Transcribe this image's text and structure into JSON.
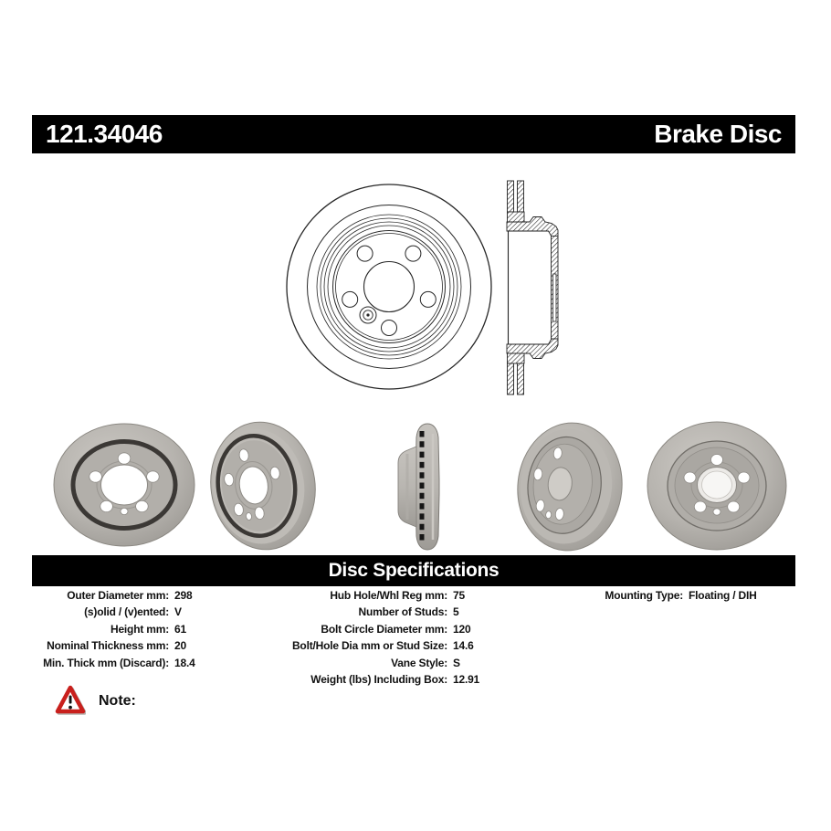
{
  "header": {
    "part_number": "121.34046",
    "product_name": "Brake Disc"
  },
  "section_title": "Disc Specifications",
  "specs": {
    "left": [
      {
        "label": "Outer Diameter mm:",
        "value": "298"
      },
      {
        "label": "(s)olid / (v)ented:",
        "value": "V"
      },
      {
        "label": "Height mm:",
        "value": "61"
      },
      {
        "label": "Nominal Thickness mm:",
        "value": "20"
      },
      {
        "label": "Min. Thick mm (Discard):",
        "value": "18.4"
      }
    ],
    "middle": [
      {
        "label": "Hub Hole/Whl Reg mm:",
        "value": "75"
      },
      {
        "label": "Number of Studs:",
        "value": "5"
      },
      {
        "label": "Bolt Circle Diameter mm:",
        "value": "120"
      },
      {
        "label": "Bolt/Hole Dia mm or Stud Size:",
        "value": "14.6"
      },
      {
        "label": "Vane Style:",
        "value": "S"
      },
      {
        "label": "Weight (lbs) Including Box:",
        "value": "12.91"
      }
    ],
    "right": [
      {
        "label": "Mounting Type:",
        "value": "Floating / DIH"
      }
    ]
  },
  "drawings": {
    "front_view": "disc-front-technical-drawing",
    "section_view": "disc-cross-section-technical-drawing"
  },
  "photos": [
    {
      "name": "front-view-photo"
    },
    {
      "name": "angled-front-view-photo"
    },
    {
      "name": "side-profile-view-photo"
    },
    {
      "name": "angled-back-view-photo"
    },
    {
      "name": "back-view-photo"
    }
  ],
  "note": {
    "label": "Note:",
    "icon": "warning-triangle-icon"
  },
  "colors": {
    "bar_background": "#000000",
    "bar_text": "#ffffff",
    "warning_red": "#c9201d",
    "disc_gray": "#b3b0ab"
  }
}
